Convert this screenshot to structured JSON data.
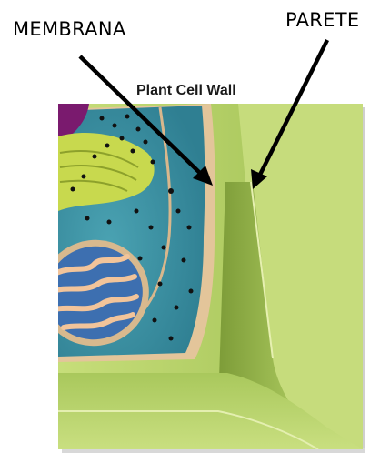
{
  "labels": {
    "membrane": "MEMBRANA",
    "wall": "PARETE"
  },
  "figure": {
    "title": "Plant Cell Wall"
  },
  "colors": {
    "cell_wall": "#b8d46a",
    "cell_wall_dark": "#8fae45",
    "membrane": "#e8c9a0",
    "cytoplasm": "#3f94a6",
    "chloroplast": "#c8d94e",
    "vacuole": "#7a1a6e",
    "mitochondrion_matrix": "#3d6fb0",
    "mitochondrion_cristae": "#f2c49a",
    "arrow": "#000000"
  }
}
